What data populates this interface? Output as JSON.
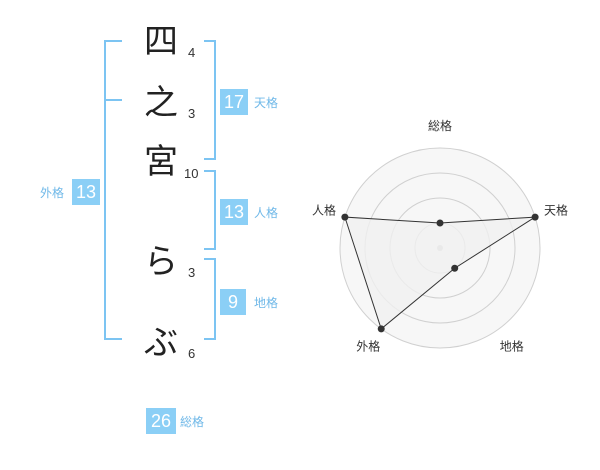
{
  "name": {
    "characters": [
      {
        "char": "四",
        "strokes": "4"
      },
      {
        "char": "之",
        "strokes": "3"
      },
      {
        "char": "宮",
        "strokes": "10"
      },
      {
        "char": "ら",
        "strokes": "3"
      },
      {
        "char": "ぶ",
        "strokes": "6"
      }
    ]
  },
  "fortune": {
    "tenkaku": {
      "label": "天格",
      "value": "17"
    },
    "jinkaku": {
      "label": "人格",
      "value": "13"
    },
    "chikaku": {
      "label": "地格",
      "value": "9"
    },
    "gaikaku": {
      "label": "外格",
      "value": "13"
    },
    "soukaku": {
      "label": "総格",
      "value": "26"
    }
  },
  "chart_data": {
    "type": "radar",
    "axes": [
      "総格",
      "天格",
      "地格",
      "外格",
      "人格"
    ],
    "values": [
      1,
      4,
      1,
      4,
      4
    ],
    "max": 4,
    "rings": 4,
    "colors": {
      "fill": "#f0f0f0",
      "stroke": "#333333",
      "grid": "#d0d0d0",
      "center": "#cccccc"
    }
  }
}
